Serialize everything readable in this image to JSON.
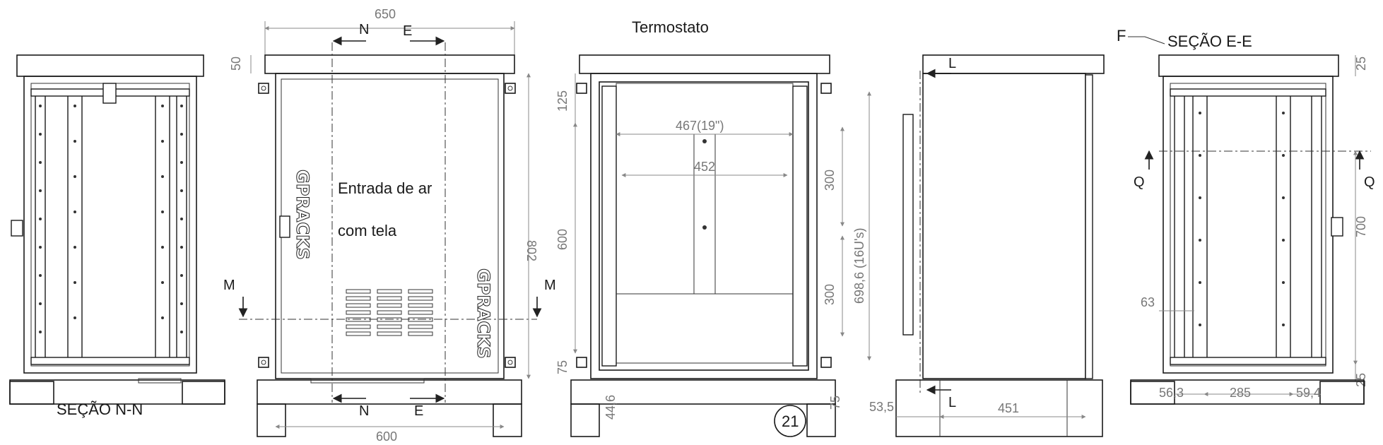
{
  "title": "Termostato",
  "sections": {
    "nn": "SEÇÃO N-N",
    "ee": "SEÇÃO E-E",
    "f": "F"
  },
  "front": {
    "inlet_line1": "Entrada de ar",
    "inlet_line2": "com tela",
    "brand": "GPRACKS"
  },
  "cuts": {
    "N": "N",
    "E": "E",
    "M": "M",
    "L": "L",
    "Q": "Q"
  },
  "dims": {
    "w650": "650",
    "h50": "50",
    "h802": "802",
    "w600": "600",
    "h125": "125",
    "h600": "600",
    "h75a": "75",
    "w467": "467(19\")",
    "w452": "452",
    "h300a": "300",
    "h300b": "300",
    "h698": "698,6  (16U's)",
    "h44": "44,6",
    "h75b": "75",
    "w53": "53,5",
    "w451": "451",
    "h25a": "25",
    "h700": "700",
    "h25b": "25",
    "d63": "63",
    "w56": "56,3",
    "w285": "285",
    "w59": "59,4"
  },
  "sheet_number": "21"
}
